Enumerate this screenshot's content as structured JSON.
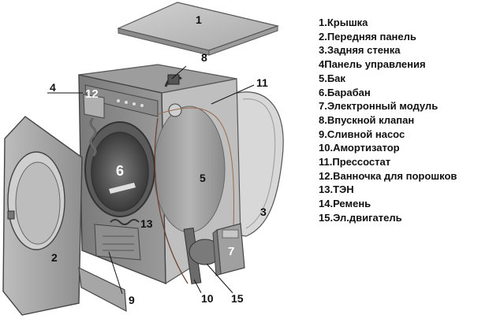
{
  "legend": [
    "1.Крышка",
    "2.Передняя панель",
    "3.Задняя стенка",
    "4Панель управления",
    "5.Бак",
    "6.Барабан",
    "7.Электронный модуль",
    "8.Впускной клапан",
    "9.Сливной насос",
    "10.Амортизатор",
    "11.Прессостат",
    "12.Ванночка для порошков",
    "13.ТЭН",
    "14.Ремень",
    "15.Эл.двигатель"
  ],
  "callouts": {
    "c1": "1",
    "c2": "2",
    "c3": "3",
    "c4": "4",
    "c5": "5",
    "c6": "6",
    "c7": "7",
    "c8": "8",
    "c9": "9",
    "c10": "10",
    "c11": "11",
    "c12": "12",
    "c13": "13",
    "c15": "15"
  }
}
